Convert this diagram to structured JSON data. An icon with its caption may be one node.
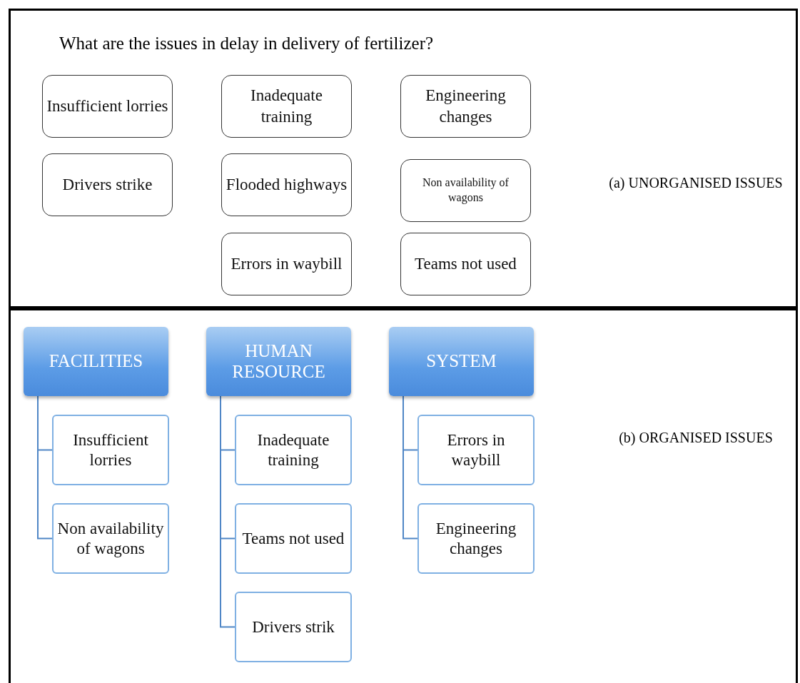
{
  "diagram": {
    "nodes": [
      {
        "text": [
          "What are the issues in delay in delivery of fertilizer?",
          "(a) UNORGANISED ISSUES"
        ]
      },
      {
        "text": [
          "Insufficient lorries"
        ],
        "in": 0
      },
      {
        "text": [
          "Inadequate training"
        ],
        "in": 0
      },
      {
        "text": [
          "Engineering changes"
        ],
        "in": 0
      },
      {
        "text": [
          "Drivers strike"
        ],
        "in": 0
      },
      {
        "text": [
          "Flooded highways"
        ],
        "in": 0
      },
      {
        "text": [
          "Non availability of wagons"
        ],
        "in": 0
      },
      {
        "text": [
          "Errors in waybill"
        ],
        "in": 0
      },
      {
        "text": [
          "Teams not used"
        ],
        "in": 0
      },
      {
        "text": [
          "(b) ORGANISED ISSUES"
        ]
      },
      {
        "text": [
          "FACILITIES"
        ],
        "in": 9
      },
      {
        "text": [
          "HUMAN RESOURCE"
        ],
        "in": 9
      },
      {
        "text": [
          "SYSTEM"
        ],
        "in": 9
      },
      {
        "text": [
          "Insufficient lorries"
        ],
        "in": 9
      },
      {
        "text": [
          "Inadequate training"
        ],
        "in": 9
      },
      {
        "text": [
          "Errors in waybill"
        ],
        "in": 9
      },
      {
        "text": [
          "Non availability of wagons"
        ],
        "in": 9
      },
      {
        "text": [
          "Teams not used"
        ],
        "in": 9
      },
      {
        "text": [
          "Engineering changes"
        ],
        "in": 9
      },
      {
        "text": [
          "Drivers strik"
        ],
        "in": 9
      }
    ],
    "edges": [
      {
        "from": 10,
        "to": 13,
        "arrow": "none"
      },
      {
        "from": 10,
        "to": 16,
        "arrow": "none"
      },
      {
        "from": 11,
        "to": 14,
        "arrow": "none"
      },
      {
        "from": 11,
        "to": 17,
        "arrow": "none"
      },
      {
        "from": 11,
        "to": 19,
        "arrow": "none"
      },
      {
        "from": 12,
        "to": 15,
        "arrow": "none"
      },
      {
        "from": 12,
        "to": 18,
        "arrow": "none"
      }
    ]
  }
}
